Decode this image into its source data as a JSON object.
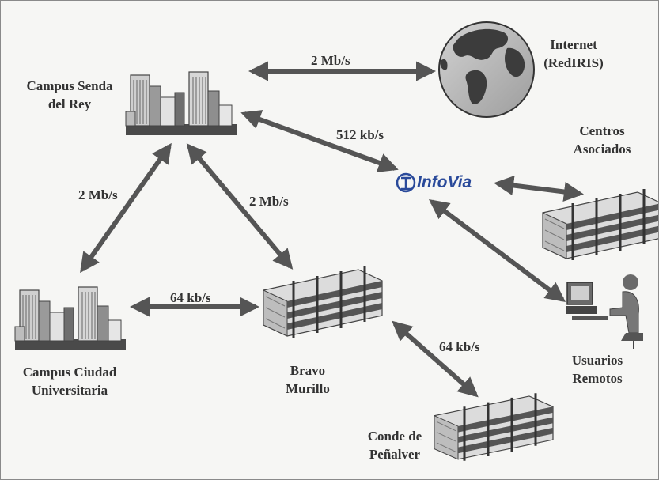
{
  "nodes": {
    "campus_senda": {
      "line1": "Campus Senda",
      "line2": "del Rey"
    },
    "internet": {
      "line1": "Internet",
      "line2": "(RedIRIS)"
    },
    "centros": {
      "line1": "Centros",
      "line2": "Asociados"
    },
    "campus_ciudad": {
      "line1": "Campus Ciudad",
      "line2": "Universitaria"
    },
    "bravo": {
      "line1": "Bravo",
      "line2": "Murillo"
    },
    "usuarios": {
      "line1": "Usuarios",
      "line2": "Remotos"
    },
    "conde": {
      "line1": "Conde de",
      "line2": "Peñalver"
    },
    "infovia": {
      "logo_text": "InfoVia"
    }
  },
  "links": {
    "senda_internet": "2 Mb/s",
    "senda_infovia": "512 kb/s",
    "senda_ciudad": "2 Mb/s",
    "senda_bravo": "2 Mb/s",
    "ciudad_bravo": "64 kb/s",
    "bravo_conde": "64 kb/s"
  },
  "colors": {
    "arrow": "#555555",
    "building_dark": "#4a4a4a",
    "building_light": "#dcdcdc",
    "globe_ocean": "#b9b9b9",
    "globe_land": "#3c3c3c",
    "infovia": "#2a4a9a"
  }
}
